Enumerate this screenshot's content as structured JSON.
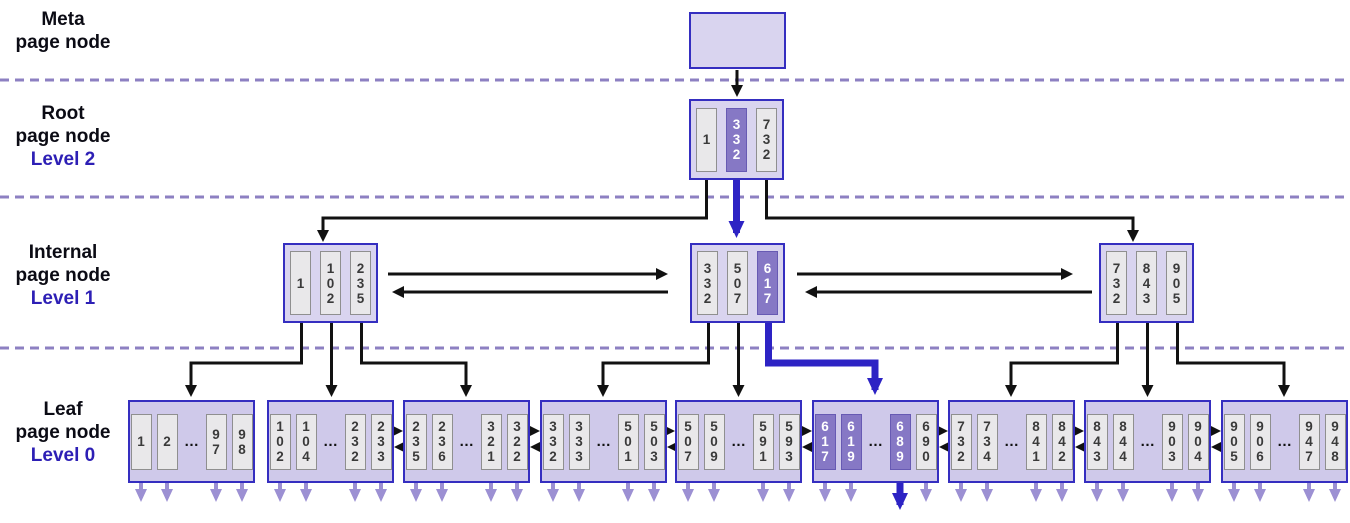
{
  "labels": {
    "meta": {
      "name": "Meta",
      "sub": "page node"
    },
    "root": {
      "name": "Root",
      "sub": "page node",
      "level": "Level 2"
    },
    "internal": {
      "name": "Internal",
      "sub": "page node",
      "level": "Level 1"
    },
    "leaf": {
      "name": "Leaf",
      "sub": "page node",
      "level": "Level 0"
    }
  },
  "ellipsis": "…",
  "root_node": {
    "cells": [
      "1",
      "332",
      "732"
    ],
    "highlighted": [
      "332"
    ]
  },
  "internal_nodes": [
    {
      "cells": [
        "1",
        "102",
        "235"
      ],
      "highlighted": []
    },
    {
      "cells": [
        "332",
        "507",
        "617"
      ],
      "highlighted": [
        "617"
      ]
    },
    {
      "cells": [
        "732",
        "843",
        "905"
      ],
      "highlighted": []
    }
  ],
  "leaf_nodes": [
    {
      "cells": [
        "1",
        "2",
        "97",
        "98"
      ],
      "highlighted": []
    },
    {
      "cells": [
        "102",
        "104",
        "232",
        "233"
      ],
      "highlighted": []
    },
    {
      "cells": [
        "235",
        "236",
        "321",
        "322"
      ],
      "highlighted": []
    },
    {
      "cells": [
        "332",
        "333",
        "501",
        "503"
      ],
      "highlighted": []
    },
    {
      "cells": [
        "507",
        "509",
        "591",
        "593"
      ],
      "highlighted": []
    },
    {
      "cells": [
        "617",
        "619",
        "689",
        "690"
      ],
      "highlighted": [
        "617",
        "619",
        "689"
      ]
    },
    {
      "cells": [
        "732",
        "734",
        "841",
        "842"
      ],
      "highlighted": []
    },
    {
      "cells": [
        "843",
        "844",
        "903",
        "904"
      ],
      "highlighted": []
    },
    {
      "cells": [
        "905",
        "906",
        "947",
        "948"
      ],
      "highlighted": []
    }
  ],
  "search_path": [
    "332",
    "617",
    "689"
  ],
  "colors": {
    "accent_blue": "#2d23c4",
    "node_border": "#352ec0",
    "upper_node_fill": "#d9d4ef",
    "leaf_node_fill": "#cfc9ea",
    "cell_fill": "#e9e8ea",
    "cell_border": "#8f8f8f",
    "highlight_fill": "#8678c5",
    "highlight_border": "#675ab3",
    "arrow_black": "#111111",
    "arrow_purple": "#9c90d3",
    "dashed_separator": "#8d80c2",
    "level_text": "#2d1fb5"
  }
}
